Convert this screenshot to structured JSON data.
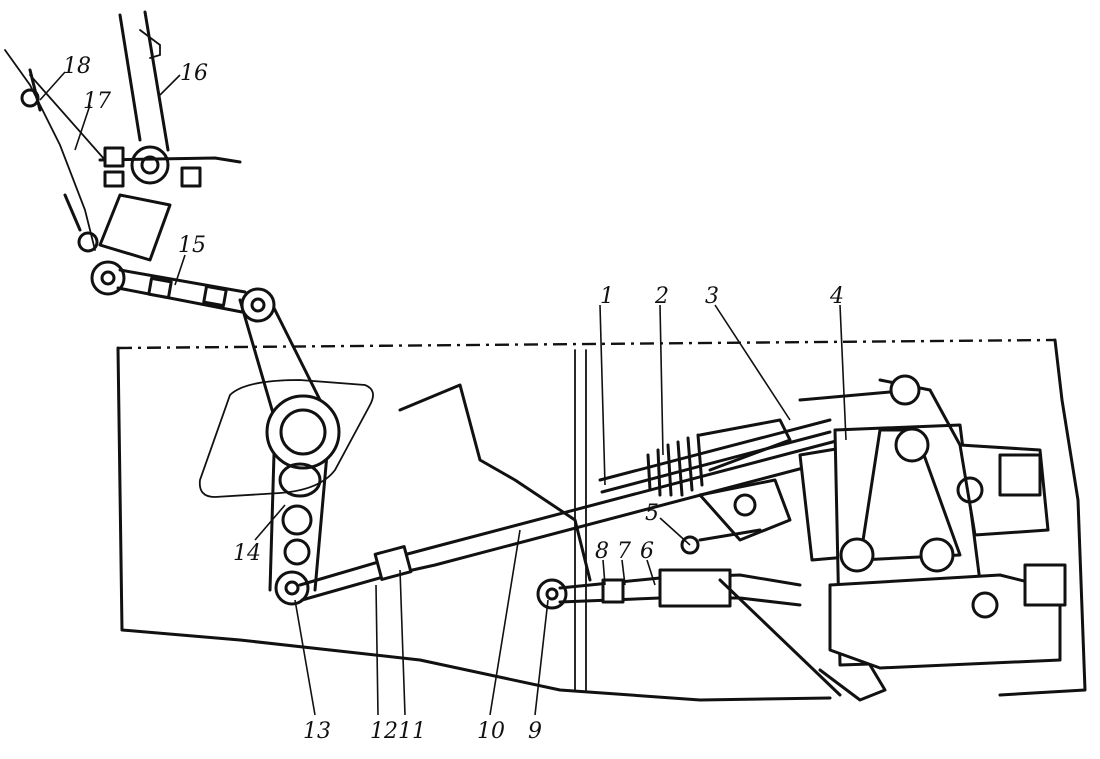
{
  "figure": {
    "labels": [
      "1",
      "2",
      "3",
      "4",
      "5",
      "6",
      "7",
      "8",
      "9",
      "10",
      "11",
      "12",
      "13",
      "14",
      "15",
      "16",
      "17",
      "18"
    ]
  }
}
